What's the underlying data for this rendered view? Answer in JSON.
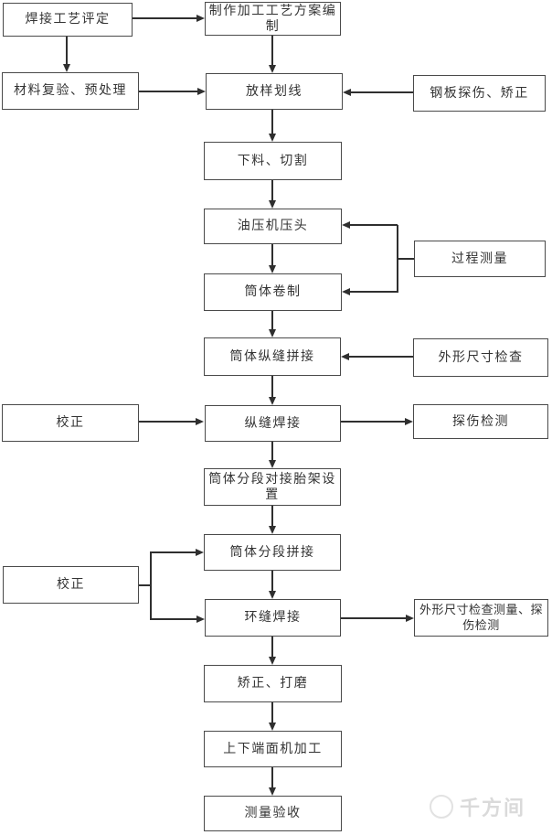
{
  "flowchart": {
    "title_hint": "cylinder fabrication process flow",
    "nodes": {
      "welding_qualification": "焊接工艺评定",
      "process_plan": "制作加工工艺方案编制",
      "material_recheck": "材料复验、预处理",
      "lofting": "放样划线",
      "steel_plate_inspection": "钢板探伤、矫正",
      "cutting": "下料、切割",
      "hydraulic_press": "油压机压头",
      "shell_rolling": "筒体卷制",
      "process_measurement": "过程测量",
      "longitudinal_seam_assembly": "筒体纵缝拼接",
      "dimension_check": "外形尺寸检查",
      "correction1": "校正",
      "longitudinal_welding": "纵缝焊接",
      "flaw_detection": "探伤检测",
      "segment_jig_setup": "筒体分段对接胎架设置",
      "segment_assembly": "筒体分段拼接",
      "correction2": "校正",
      "circumferential_welding": "环缝焊接",
      "dimension_flaw_check": "外形尺寸检查测量、探伤检测",
      "straighten_grind": "矫正、打磨",
      "end_face_machining": "上下端面机加工",
      "measurement_acceptance": "测量验收"
    },
    "edges": [
      {
        "from": "welding_qualification",
        "to": "process_plan"
      },
      {
        "from": "welding_qualification",
        "to": "material_recheck"
      },
      {
        "from": "process_plan",
        "to": "lofting"
      },
      {
        "from": "material_recheck",
        "to": "lofting"
      },
      {
        "from": "steel_plate_inspection",
        "to": "lofting"
      },
      {
        "from": "lofting",
        "to": "cutting"
      },
      {
        "from": "cutting",
        "to": "hydraulic_press"
      },
      {
        "from": "hydraulic_press",
        "to": "shell_rolling"
      },
      {
        "from": "process_measurement",
        "to": "hydraulic_press"
      },
      {
        "from": "process_measurement",
        "to": "shell_rolling"
      },
      {
        "from": "shell_rolling",
        "to": "longitudinal_seam_assembly"
      },
      {
        "from": "dimension_check",
        "to": "longitudinal_seam_assembly"
      },
      {
        "from": "longitudinal_seam_assembly",
        "to": "longitudinal_welding"
      },
      {
        "from": "correction1",
        "to": "longitudinal_welding"
      },
      {
        "from": "longitudinal_welding",
        "to": "flaw_detection"
      },
      {
        "from": "longitudinal_welding",
        "to": "segment_jig_setup"
      },
      {
        "from": "segment_jig_setup",
        "to": "segment_assembly"
      },
      {
        "from": "correction2",
        "to": "segment_assembly"
      },
      {
        "from": "correction2",
        "to": "circumferential_welding"
      },
      {
        "from": "segment_assembly",
        "to": "circumferential_welding"
      },
      {
        "from": "circumferential_welding",
        "to": "dimension_flaw_check"
      },
      {
        "from": "circumferential_welding",
        "to": "straighten_grind"
      },
      {
        "from": "straighten_grind",
        "to": "end_face_machining"
      },
      {
        "from": "end_face_machining",
        "to": "measurement_acceptance"
      }
    ],
    "colors": {
      "line": "#2f2f2f",
      "box_border": "#4a4a4a",
      "background": "#ffffff"
    },
    "watermark": "千方间"
  }
}
